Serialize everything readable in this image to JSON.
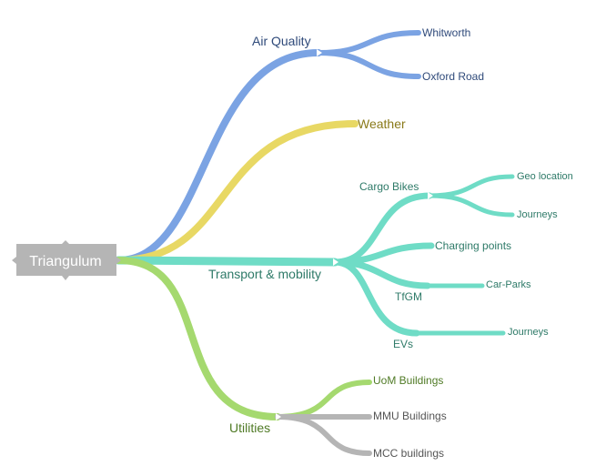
{
  "root": {
    "label": "Triangulum"
  },
  "colors": {
    "air": "#7ba3e3",
    "weather": "#e8d864",
    "transport": "#6fdcc6",
    "utilities": "#a5d96f",
    "grey": "#b5b5b5",
    "root_box": "#b5b5b5",
    "air_text": "#2f4a7a",
    "weather_text": "#8a7a1a",
    "transport_text": "#2e7a68",
    "utilities_text": "#4f7a25",
    "grey_text": "#555555"
  },
  "branches": {
    "air_quality": {
      "label": "Air Quality",
      "children": {
        "whitworth": "Whitworth",
        "oxford_road": "Oxford Road"
      }
    },
    "weather": {
      "label": "Weather"
    },
    "transport": {
      "label": "Transport & mobility",
      "cargo_bikes": {
        "label": "Cargo Bikes",
        "children": {
          "geo_location": "Geo location",
          "journeys": "Journeys"
        }
      },
      "charging_points": {
        "label": "Charging points"
      },
      "tfgm": {
        "label": "TfGM",
        "children": {
          "car_parks": "Car-Parks"
        }
      },
      "evs": {
        "label": "EVs",
        "children": {
          "journeys": "Journeys"
        }
      }
    },
    "utilities": {
      "label": "Utilities",
      "children": {
        "uom_buildings": "UoM Buildings",
        "mmu_buildings": "MMU Buildings",
        "mcc_buildings": "MCC buildings"
      }
    }
  }
}
